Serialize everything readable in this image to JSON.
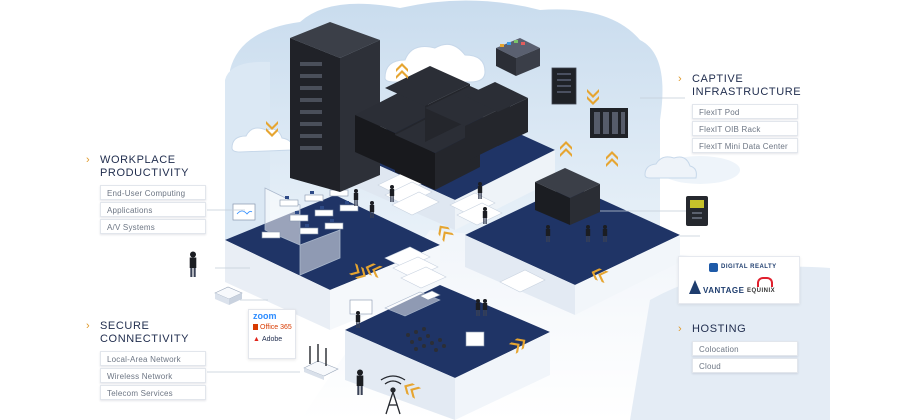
{
  "panels": {
    "workplace": {
      "title_line1": "WORKPLACE",
      "title_line2": "PRODUCTIVITY",
      "items": [
        "End-User Computing",
        "Applications",
        "A/V Systems"
      ]
    },
    "secure": {
      "title_line1": "SECURE",
      "title_line2": "CONNECTIVITY",
      "items": [
        "Local-Area Network",
        "Wireless Network",
        "Telecom Services"
      ]
    },
    "captive": {
      "title_line1": "CAPTIVE",
      "title_line2": "INFRASTRUCTURE",
      "items": [
        "FlexIT Pod",
        "FlexIT OIB Rack",
        "FlexIT Mini Data Center"
      ]
    },
    "hosting": {
      "title_line1": "HOSTING",
      "items": [
        "Colocation",
        "Cloud"
      ]
    }
  },
  "partner_logos": {
    "digital_realty": "DIGITAL REALTY",
    "vantage": "VANTAGE",
    "equinix": "EQUINIX"
  },
  "apps": {
    "zoom": "zoom",
    "office": "Office 365",
    "adobe": "Adobe"
  },
  "colors": {
    "navy_floor": "#1f3466",
    "accent_orange": "#e6a531",
    "sky_blue": "#d7e6f3",
    "rack_black": "#1b1d22",
    "text_dark": "#1f2c4d",
    "zoom_blue": "#2d8cff",
    "office_red": "#d83b01",
    "adobe_red": "#e1251b",
    "equinix_red": "#e0202e",
    "digital_realty_blue": "#1e5aa8"
  },
  "icons": [
    "chevron-right-icon",
    "server-rack-icon",
    "cloud-icon",
    "antenna-tower-icon",
    "wifi-router-icon",
    "projector-icon",
    "ups-battery-icon",
    "up-arrows-icon",
    "down-arrows-icon",
    "person-icon"
  ]
}
